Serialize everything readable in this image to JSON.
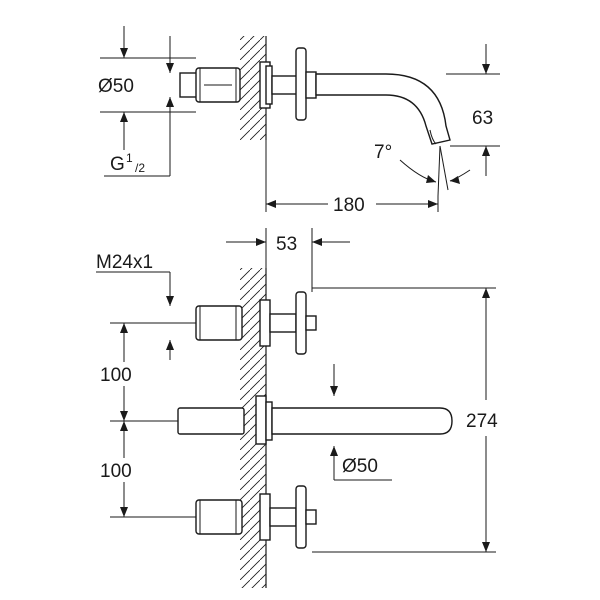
{
  "side_view": {
    "diameter_label": "Ø50",
    "thread_label": "G",
    "thread_sup": "1",
    "thread_sub": "/2",
    "height_label": "63",
    "angle_label": "7°",
    "length_label": "180"
  },
  "front_view": {
    "thread_label": "M24x1",
    "offset_label": "53",
    "spacing_upper_label": "100",
    "spacing_lower_label": "100",
    "total_height_label": "274",
    "diameter_label": "Ø50"
  }
}
